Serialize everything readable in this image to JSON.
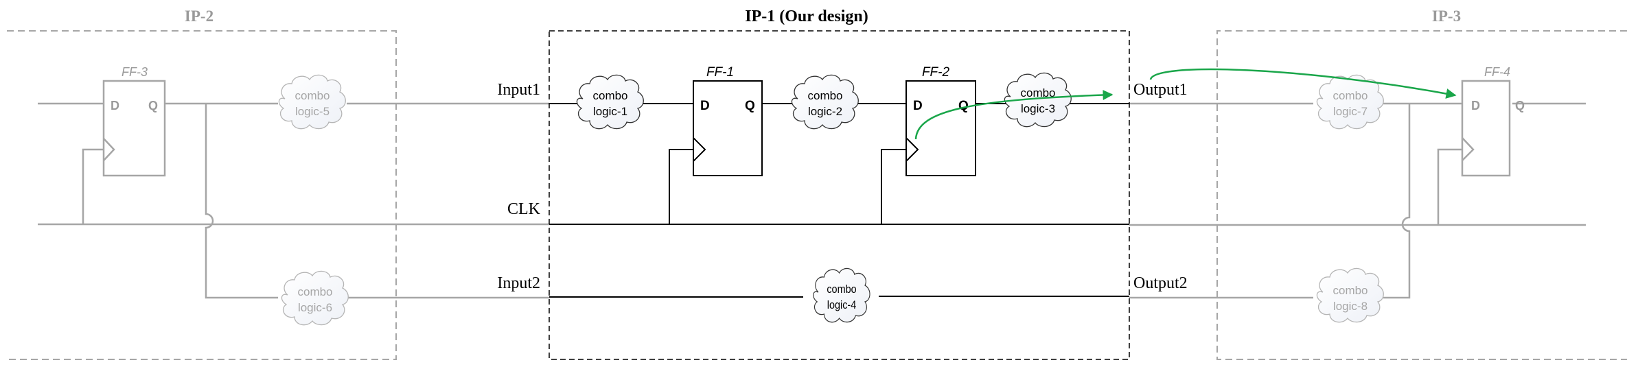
{
  "blocks": {
    "ip2": {
      "title": "IP-2",
      "role": "neighbor"
    },
    "ip1": {
      "title": "IP-1 (Our design)",
      "role": "focus"
    },
    "ip3": {
      "title": "IP-3",
      "role": "neighbor"
    }
  },
  "ports": {
    "input1": "Input1",
    "input2": "Input2",
    "clk": "CLK",
    "output1": "Output1",
    "output2": "Output2"
  },
  "flipflops": {
    "ff1": {
      "label": "FF-1",
      "d": "D",
      "q": "Q"
    },
    "ff2": {
      "label": "FF-2",
      "d": "D",
      "q": "Q"
    },
    "ff3": {
      "label": "FF-3",
      "d": "D",
      "q": "Q"
    },
    "ff4": {
      "label": "FF-4",
      "d": "D",
      "q": "Q"
    }
  },
  "combo": {
    "c1": {
      "line1": "combo",
      "line2": "logic-1"
    },
    "c2": {
      "line1": "combo",
      "line2": "logic-2"
    },
    "c3": {
      "line1": "combo",
      "line2": "logic-3"
    },
    "c4": {
      "line1": "combo",
      "line2": "logic-4"
    },
    "c5": {
      "line1": "combo",
      "line2": "logic-5"
    },
    "c6": {
      "line1": "combo",
      "line2": "logic-6"
    },
    "c7": {
      "line1": "combo",
      "line2": "logic-7"
    },
    "c8": {
      "line1": "combo",
      "line2": "logic-8"
    }
  },
  "paths": [
    {
      "name": "internal-timing-path",
      "from": "FF-2 clock",
      "to": "Output1"
    },
    {
      "name": "external-timing-path",
      "from": "Output1",
      "to": "FF-4 D"
    }
  ],
  "colors": {
    "focus": "#000000",
    "faded": "#a6a6a6",
    "faded_text": "#9a9a9a",
    "path": "#1aa64a",
    "cloud_fill": "#f4f6fa"
  }
}
